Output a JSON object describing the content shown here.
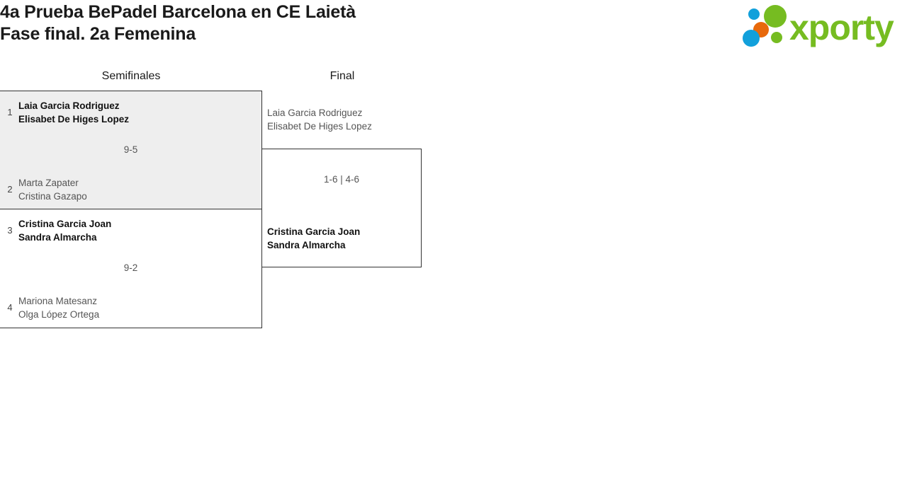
{
  "header": {
    "title_line1": "4a Prueba BePadel Barcelona en CE Laietà",
    "title_line2": "Fase final. 2a Femenina",
    "title": "4a Prueba BePadel Barcelona en CE Laietà\nFase final. 2a Femenina",
    "logo": {
      "name": "xporty-logo",
      "wordmark": "xporty",
      "colors": {
        "green": "#76bc21",
        "blue": "#12a0db",
        "orange": "#e8690b"
      }
    }
  },
  "bracket": {
    "rounds": [
      {
        "name": "semifinals",
        "label": "Semifinales"
      },
      {
        "name": "final",
        "label": "Final"
      }
    ],
    "semifinals": [
      {
        "match_id": "sf1",
        "highlighted": true,
        "score": "9-5",
        "top": {
          "seed": "1",
          "player1": "Laia Garcia Rodriguez",
          "player2": "Elisabet De Higes Lopez",
          "result": "winner"
        },
        "bottom": {
          "seed": "2",
          "player1": "Marta Zapater",
          "player2": "Cristina Gazapo",
          "result": "loser"
        }
      },
      {
        "match_id": "sf2",
        "highlighted": false,
        "score": "9-2",
        "top": {
          "seed": "3",
          "player1": "Cristina Garcia Joan",
          "player2": "Sandra Almarcha",
          "result": "winner"
        },
        "bottom": {
          "seed": "4",
          "player1": "Mariona Matesanz",
          "player2": "Olga López Ortega",
          "result": "loser"
        }
      }
    ],
    "final": {
      "match_id": "final1",
      "score": "1-6 | 4-6",
      "top": {
        "player1": "Laia Garcia Rodriguez",
        "player2": "Elisabet De Higes Lopez",
        "result": "loser"
      },
      "bottom": {
        "player1": "Cristina Garcia Joan",
        "player2": "Sandra Almarcha",
        "result": "winner"
      }
    }
  }
}
